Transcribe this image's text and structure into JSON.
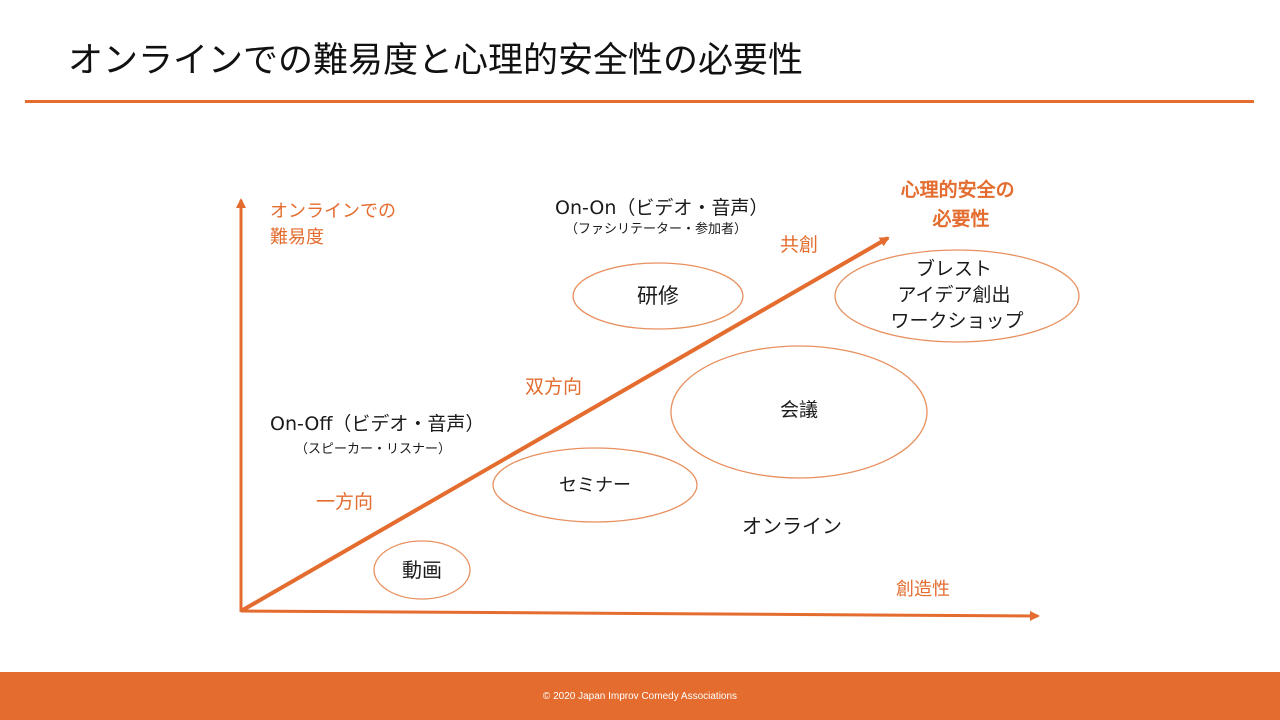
{
  "slide": {
    "title": "オンラインでの難易度と心理的安全性の必要性",
    "footer": "© 2020 Japan Improv Comedy Associations"
  },
  "colors": {
    "accent": "#E36C2E",
    "footer_bg": "#E36C2E",
    "ellipse_stroke": "#E8905F",
    "text": "#1a1a1a"
  },
  "diagram": {
    "y_axis_label": [
      "オンラインでの",
      "難易度"
    ],
    "x_axis_label": "創造性",
    "trend_label": [
      "心理的安全の",
      "必要性"
    ],
    "stages": {
      "one_way": "一方向",
      "two_way": "双方向",
      "co_creation": "共創"
    },
    "on_off": {
      "heading": "On-Off（ビデオ・音声）",
      "subheading": "（スピーカー・リスナー）"
    },
    "on_on": {
      "heading": "On-On（ビデオ・音声）",
      "subheading": "（ファシリテーター・参加者）"
    },
    "activities": {
      "video": "動画",
      "seminar": "セミナー",
      "training": "研修",
      "meeting": "会議",
      "workshop": [
        "ブレスト",
        "アイデア創出",
        "ワークショップ"
      ]
    },
    "online_label": "オンライン"
  }
}
